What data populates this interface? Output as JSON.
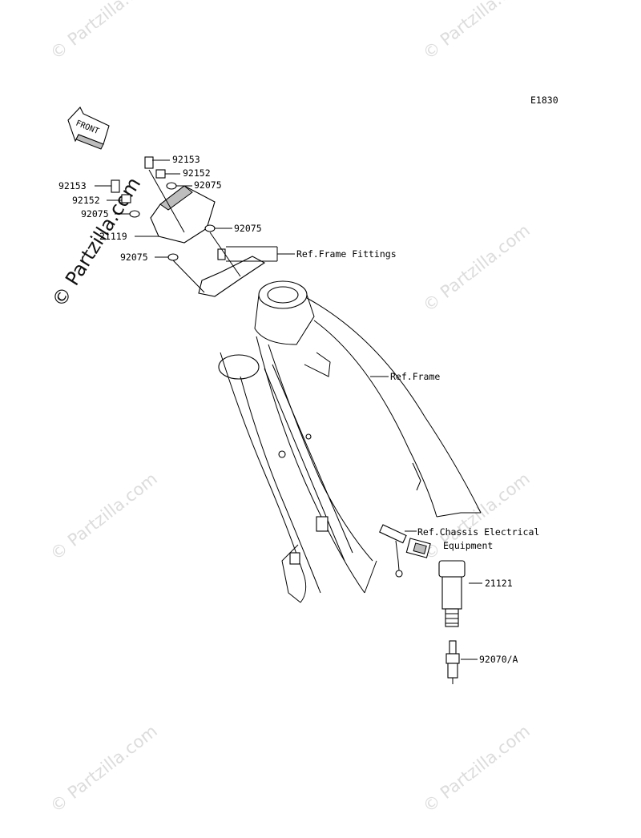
{
  "diagram_code": "E1830",
  "front_arrow": {
    "label": "FRONT",
    "icon": "front-direction-arrow-icon"
  },
  "watermark": {
    "text": "© Partzilla.com",
    "color": "#dcdcdc"
  },
  "callouts": {
    "p92153_a": "92153",
    "p92152_a": "92152",
    "p92075_a": "92075",
    "p92153_b": "92153",
    "p92152_b": "92152",
    "p92075_b": "92075",
    "p21119": "21119",
    "p92075_c": "92075",
    "p92075_d": "92075",
    "ref_frame_fittings": "Ref.Frame Fittings",
    "ref_frame": "Ref.Frame",
    "ref_chassis_line1": "Ref.Chassis Electrical",
    "ref_chassis_line2": "Equipment",
    "p21121": "21121",
    "p92070": "92070/A"
  }
}
